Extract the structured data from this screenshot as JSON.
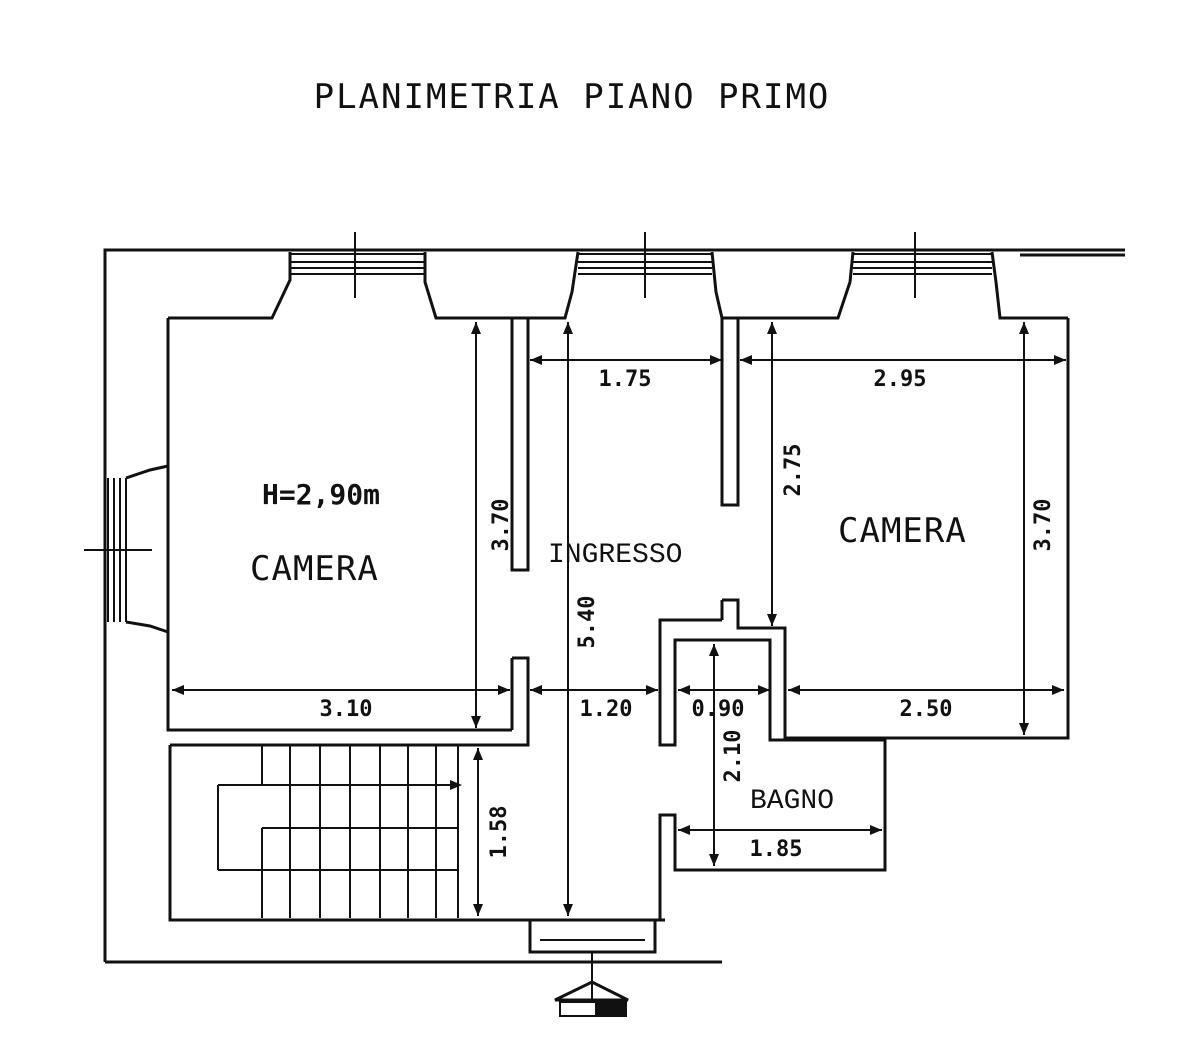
{
  "title": "PLANIMETRIA PIANO PRIMO",
  "rooms": {
    "camera_left": {
      "label": "CAMERA",
      "height": "H=2,90m"
    },
    "ingresso": {
      "label": "INGRESSO"
    },
    "camera_right": {
      "label": "CAMERA"
    },
    "bagno": {
      "label": "BAGNO"
    }
  },
  "dimensions": {
    "ingresso_width_top": "1.75",
    "camera_right_width": "2.95",
    "camera_right_partial_height": "2.75",
    "camera_right_height": "3.70",
    "camera_left_height": "3.70",
    "ingresso_length": "5.40",
    "camera_left_width": "3.10",
    "ingresso_width_bottom": "1.20",
    "bagno_door_width": "0.90",
    "camera_right_width_bottom": "2.50",
    "bagno_height": "2.10",
    "bagno_width": "1.85",
    "stair_depth": "1.58"
  }
}
